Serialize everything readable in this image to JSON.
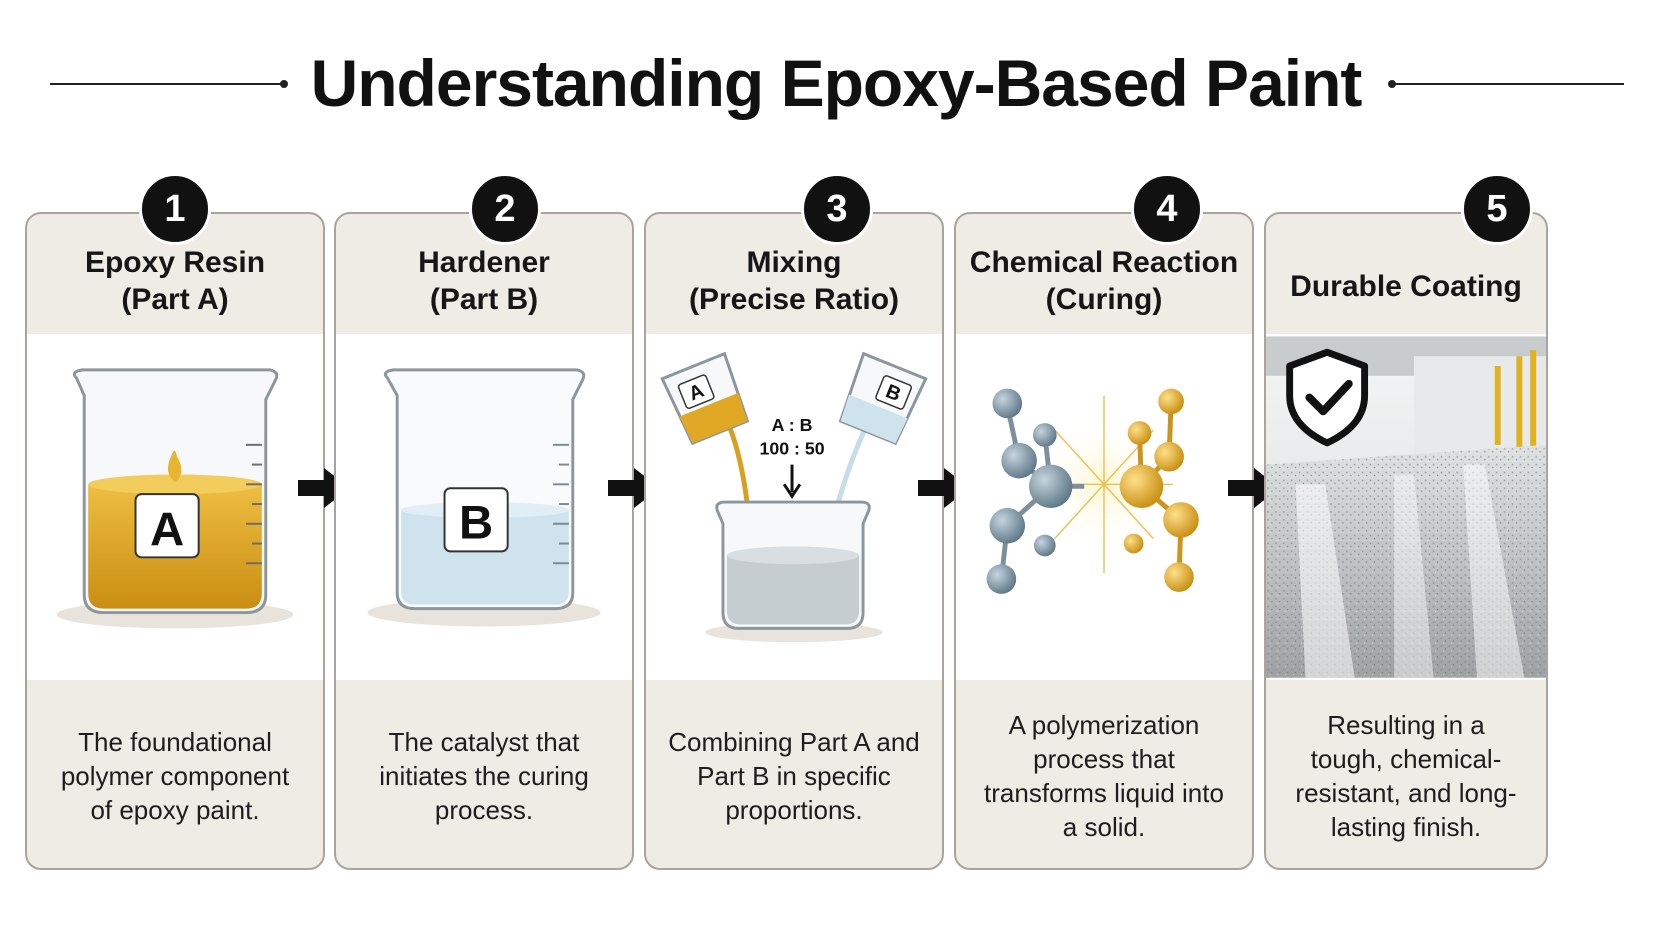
{
  "title": "Understanding Epoxy-Based Paint",
  "steps": [
    {
      "number": "1",
      "title_line1": "Epoxy Resin",
      "title_line2": "(Part A)",
      "description": "The foundational polymer component of epoxy paint.",
      "label": "A"
    },
    {
      "number": "2",
      "title_line1": "Hardener",
      "title_line2": "(Part B)",
      "description": "The catalyst that initiates the curing process.",
      "label": "B"
    },
    {
      "number": "3",
      "title_line1": "Mixing",
      "title_line2": "(Precise Ratio)",
      "description": "Combining Part A and Part B in specific proportions.",
      "ratio_label": "A : B",
      "ratio_value": "100 : 50",
      "cup_a": "A",
      "cup_b": "B"
    },
    {
      "number": "4",
      "title_line1": "Chemical Reaction",
      "title_line2": "(Curing)",
      "description": "A polymerization process that transforms liquid into a solid."
    },
    {
      "number": "5",
      "title_line1": "Durable Coating",
      "title_line2": "",
      "description": "Resulting in a tough, chemical-resistant, and long-lasting finish."
    }
  ],
  "colors": {
    "resin_amber": "#e0a825",
    "hardener_blue": "#cfe3ee",
    "molecule_steel": "#6f8a9b",
    "molecule_gold": "#e0a825",
    "card_bg": "#efebe5",
    "card_border": "#a9a49c"
  },
  "icons": [
    "shield-check-icon",
    "arrow-right-icon",
    "beaker-icon",
    "molecule-icon"
  ]
}
